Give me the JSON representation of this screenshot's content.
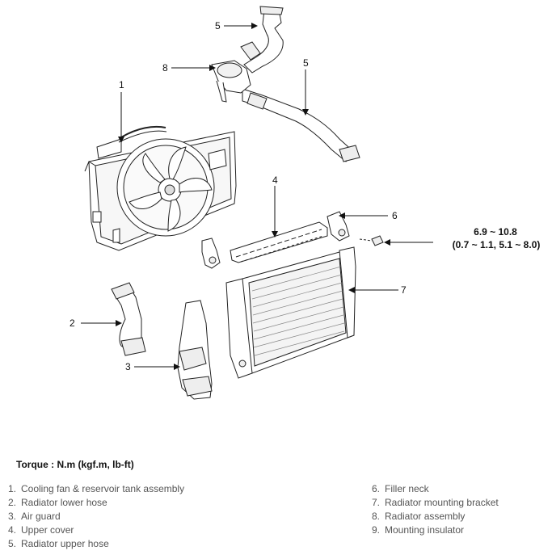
{
  "callouts": {
    "c1": "1",
    "c2": "2",
    "c3": "3",
    "c4": "4",
    "c5a": "5",
    "c5b": "5",
    "c6": "6",
    "c7": "7",
    "c8": "8"
  },
  "torque_spec": {
    "line1": "6.9 ~ 10.8",
    "line2": "(0.7 ~ 1.1, 5.1 ~ 8.0)"
  },
  "legend": {
    "title": "Torque : N.m (kgf.m, lb-ft)",
    "left": [
      {
        "num": "1.",
        "label": "Cooling fan & reservoir tank assembly"
      },
      {
        "num": "2.",
        "label": "Radiator lower hose"
      },
      {
        "num": "3.",
        "label": "Air guard"
      },
      {
        "num": "4.",
        "label": "Upper cover"
      },
      {
        "num": "5.",
        "label": "Radiator upper hose"
      }
    ],
    "right": [
      {
        "num": "6.",
        "label": "Filler neck"
      },
      {
        "num": "7.",
        "label": "Radiator mounting bracket"
      },
      {
        "num": "8.",
        "label": "Radiator assembly"
      },
      {
        "num": "9.",
        "label": "Mounting insulator"
      }
    ]
  }
}
